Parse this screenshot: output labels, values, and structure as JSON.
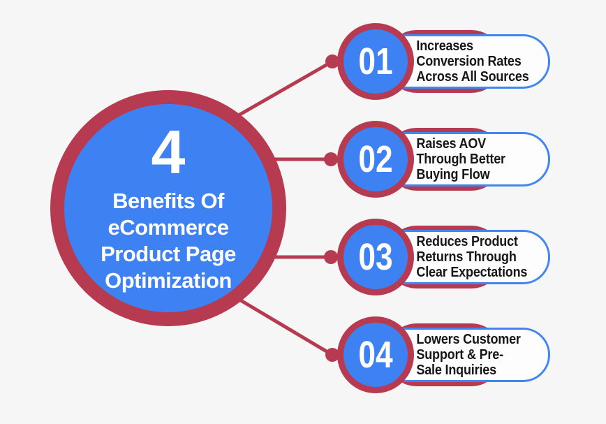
{
  "hub": {
    "count": "4",
    "title": "Benefits Of\neCommerce\nProduct Page\nOptimization"
  },
  "items": [
    {
      "number": "01",
      "label": "Increases\nConversion Rates\nAcross All Sources"
    },
    {
      "number": "02",
      "label": "Raises AOV\nThrough Better\nBuying Flow"
    },
    {
      "number": "03",
      "label": "Reduces Product\nReturns Through\nClear Expectations"
    },
    {
      "number": "04",
      "label": "Lowers Customer\nSupport & Pre-\nSale Inquiries"
    }
  ],
  "colors": {
    "crimson": "#b63b51",
    "blue": "#3d81f2",
    "pill_border": "#4285f0",
    "pill_fill": "#fdfdfd",
    "background": "#f7f6f6",
    "label_text": "#161616",
    "number_text": "#ffffff"
  }
}
